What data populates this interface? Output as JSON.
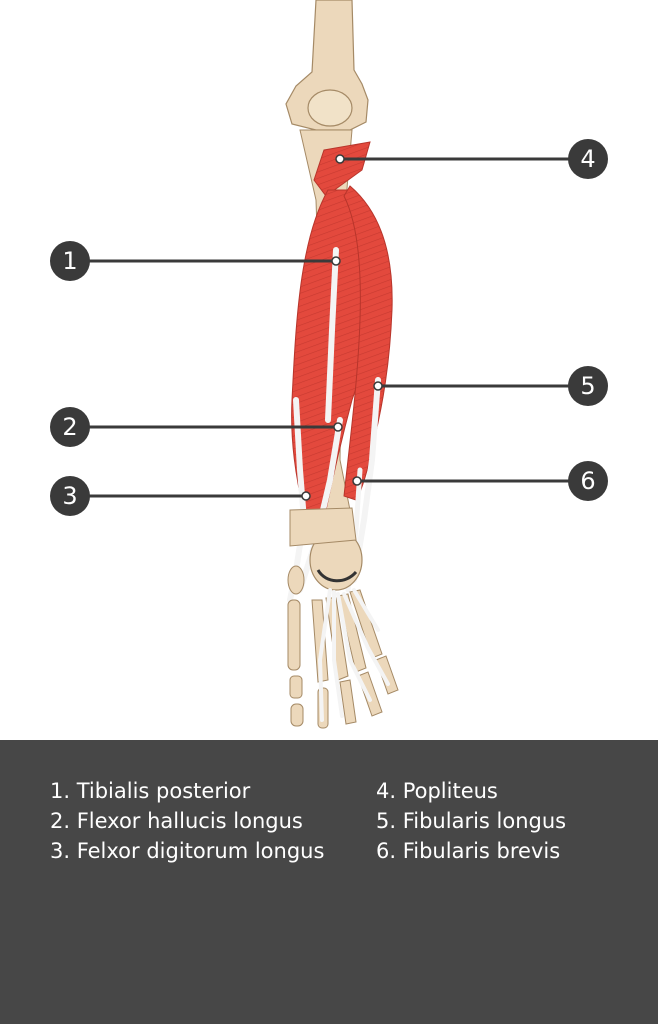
{
  "markers": [
    {
      "number": "1"
    },
    {
      "number": "2"
    },
    {
      "number": "3"
    },
    {
      "number": "4"
    },
    {
      "number": "5"
    },
    {
      "number": "6"
    }
  ],
  "legend": {
    "left": [
      "1. Tibialis posterior",
      "2. Flexor hallucis longus",
      "3. Felxor digitorum longus"
    ],
    "right": [
      "4. Popliteus",
      "5. Fibularis longus",
      "6. Fibularis brevis"
    ]
  },
  "colors": {
    "bone": "#ecd8bb",
    "muscle": "#e0483c",
    "tendon": "#f4f4f4",
    "marker": "#3a3a3a",
    "legend_bg": "#474747"
  }
}
